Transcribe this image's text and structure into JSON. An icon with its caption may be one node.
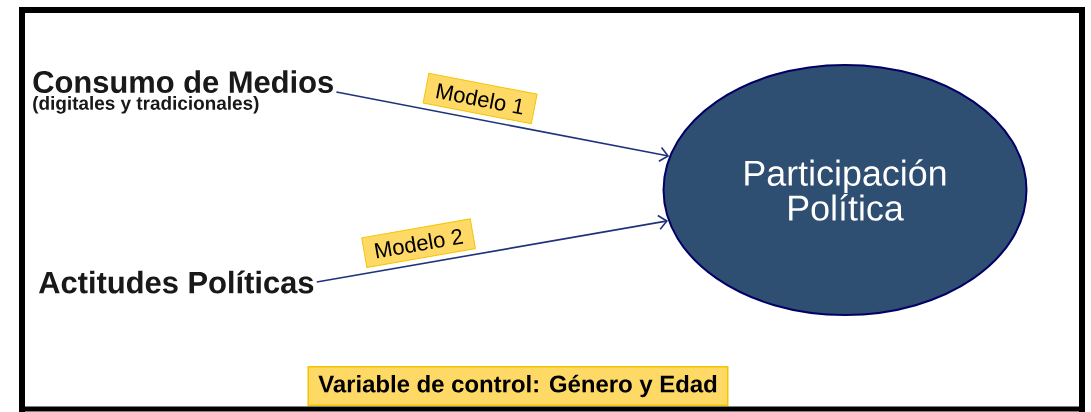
{
  "diagram": {
    "nodes": [
      {
        "text": [
          "Consumo de Medios",
          "(digitales y tradicionales)"
        ]
      },
      {
        "text": [
          "Actitudes Políticas"
        ]
      },
      {
        "text": [
          "Participación Política"
        ]
      },
      {
        "text": [
          "Variable de control: Género y Edad"
        ]
      }
    ],
    "edges": [
      {
        "from": 0,
        "to": 2,
        "arrow": "to",
        "label": "Modelo 1"
      },
      {
        "from": 1,
        "to": 2,
        "arrow": "to",
        "label": "Modelo 2"
      }
    ]
  }
}
